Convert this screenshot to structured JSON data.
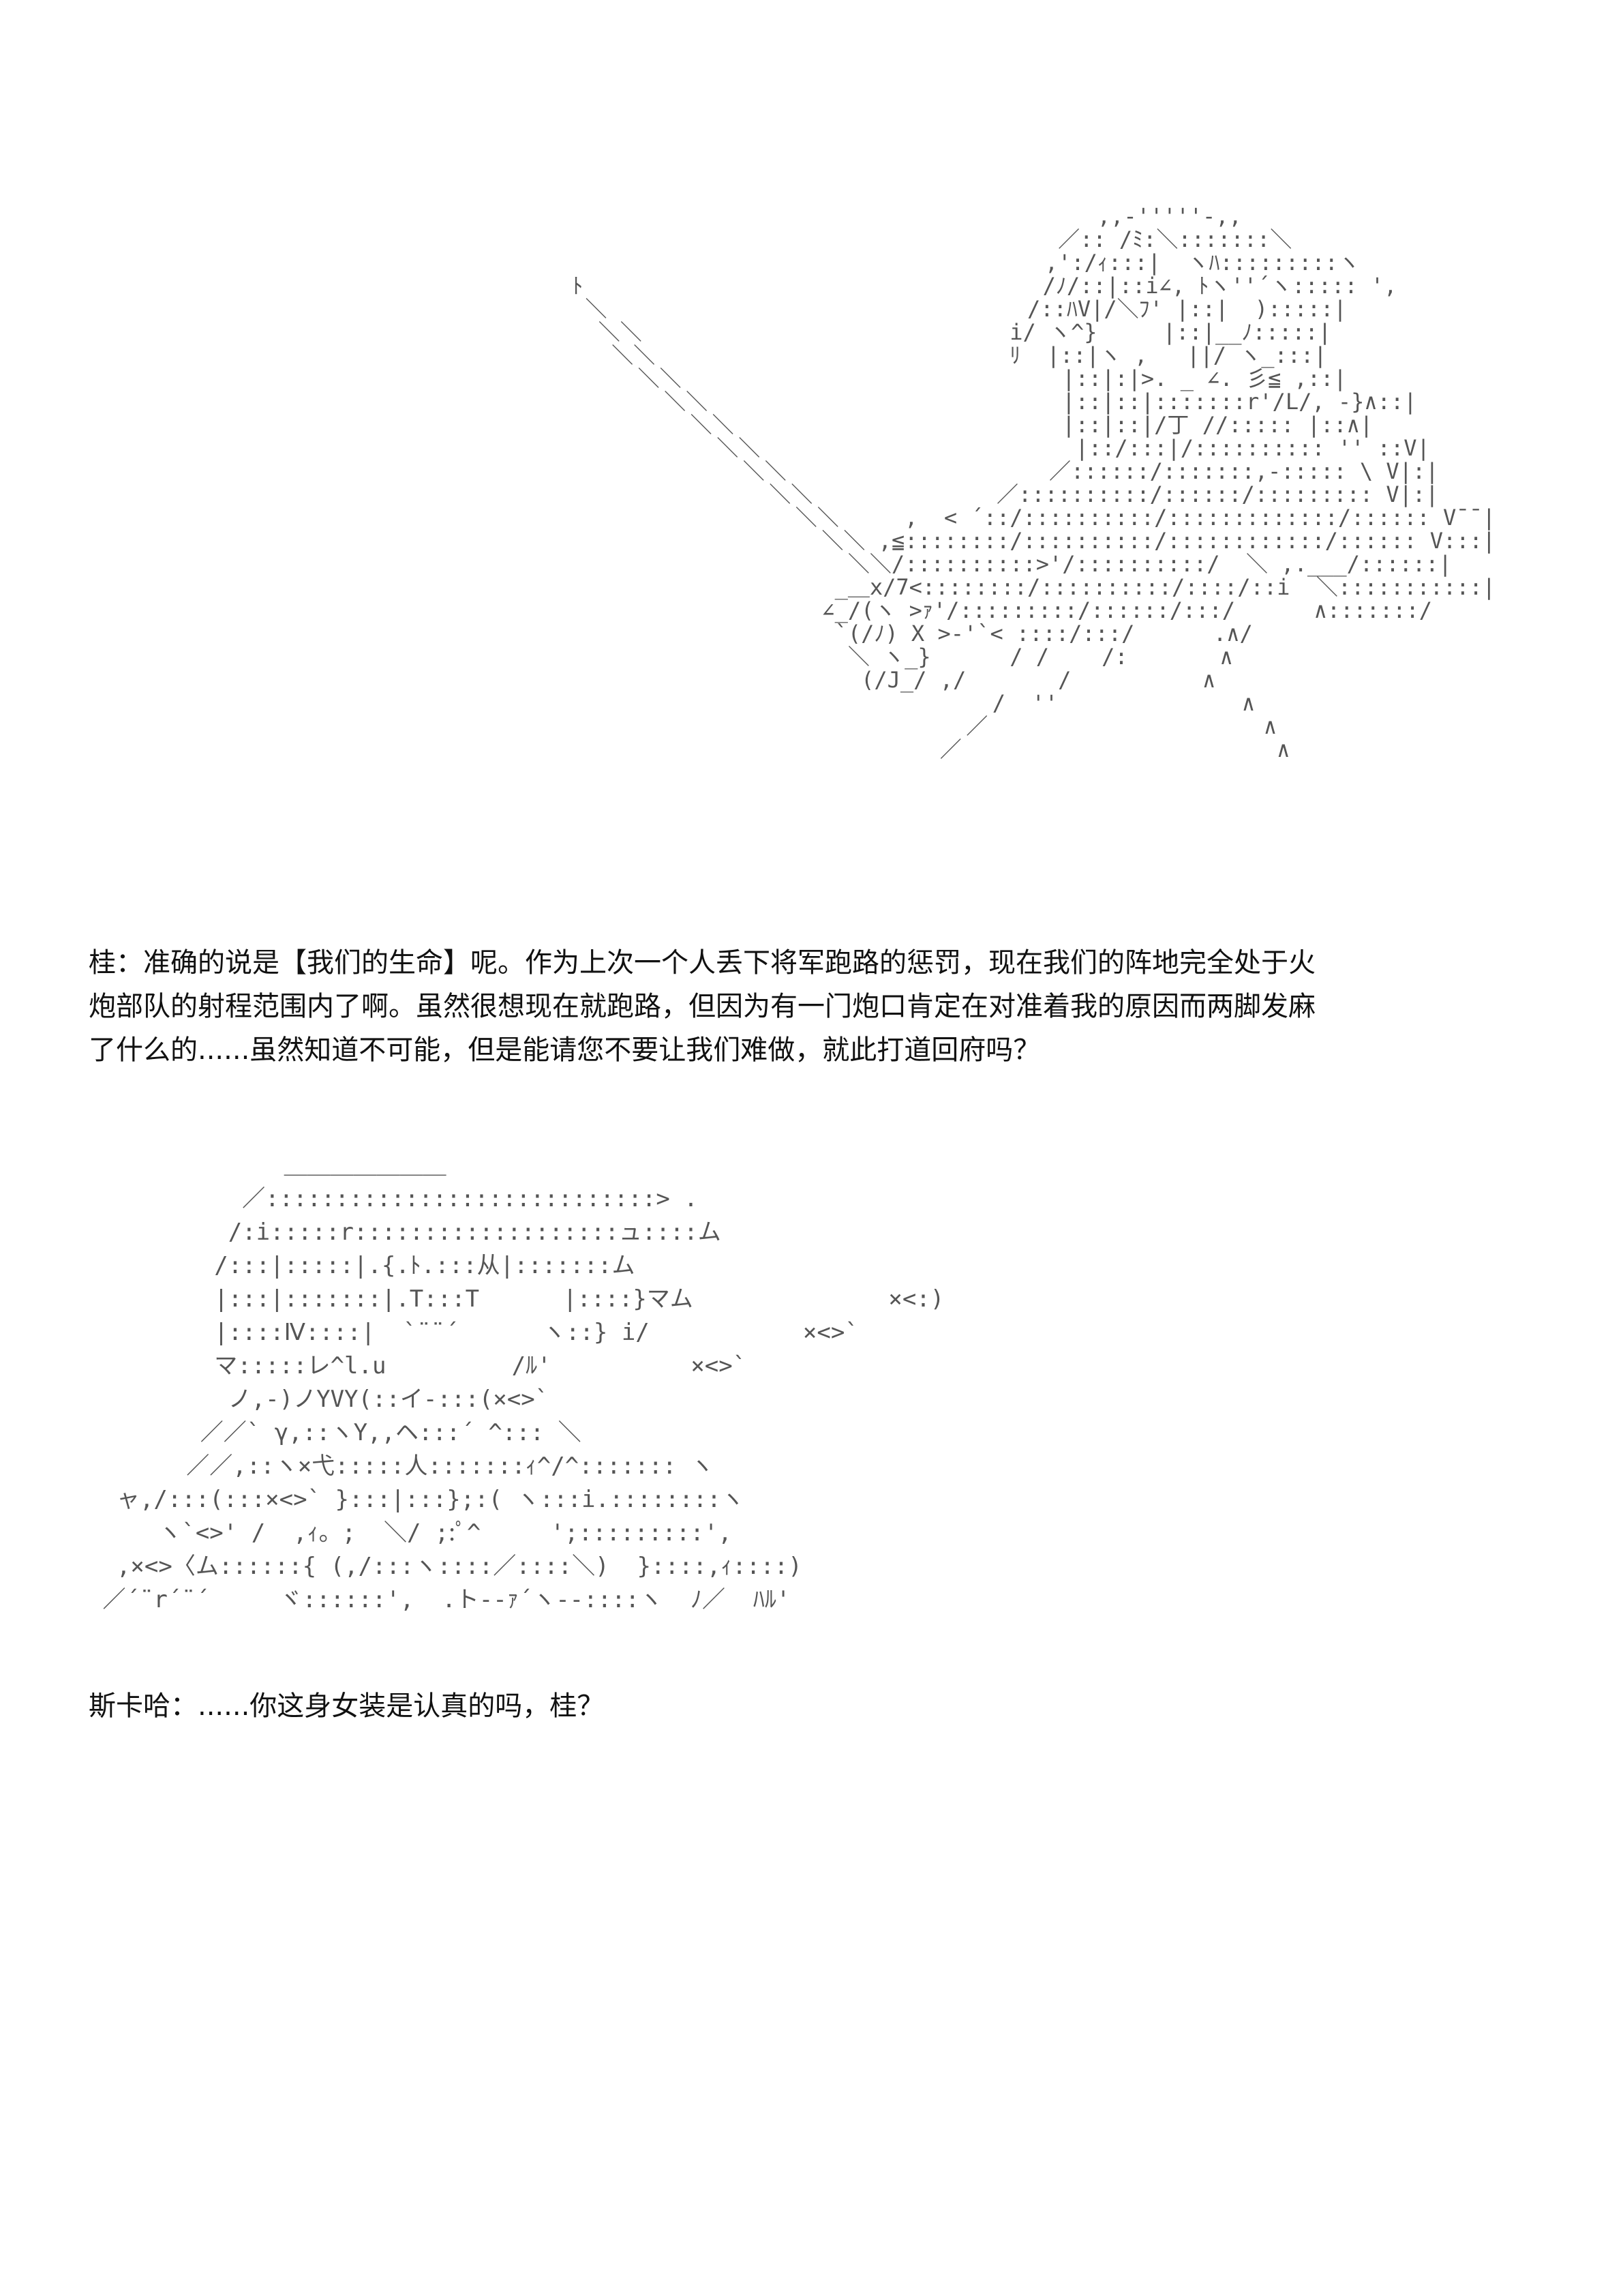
{
  "panels": [
    {
      "art": "                                         ,,-'''''-,,\n                                      ／:: /ﾐ:＼:::::::＼\n                                     ,':/ｨ:::|  ヽﾊ:::::::::ヽ\n ﾄ                                   /ﾉ/::|::i∠, ﾄヽ''´ヽ::::: ',\n  ＼                                /::ﾊV|/＼ﾌ' |::|  ):::::|\n   ＼＼                            i/ ヽ^}     |::|__ﾉ:::::|\n    ＼＼                           ﾘ  |::|ヽ ,   ||/ ヽ_:::|\n      ＼＼                             |::|:|>. _ ∠. 彡≦ ,::|\n        ＼＼                           |::|::|:::::::r'/L/, -}∧::|\n          ＼＼                         |::|::|/丁 //::::: |::∧|\n            ＼＼                        |::/:::|/:::::::::: '' ::V|\n              ＼＼                    ／::::::/:::::::,-::::: \\ V|:|\n                ＼＼              ／::::::::::/::::::/::::::::: V|:|\n                  ＼＼     ,  < ´::/::::::::::/:::::::::::::/:::::: V¯¯|\n                    ＼＼ ,≦::::::::/::::::::::/::::::::::::/:::::: V:::|\n                      ＼＼/::::::::::>'/::::::::::/  ＼ ,.___/::::::|\n                     _＿x/7<::::::::/::::::::::/::::/::i  ＼:::::::::::|\n                    ∠_/(ヽ >ｧ'/:::::::::/::::::/:::/      ∧:::::::/\n                     `(/ﾉ) X >-'`< ::::/:::/      .∧/\n                      ＼ ヽ_}      / /    /:       ∧\n                       (/J_/ ,/       /          ∧\n                                 /  ''              ∧\n                               ／                     ∧\n                             ／                        ∧",
      "text_lines": [
        "桂：准确的说是【我们的生命】呢。作为上次一个人丢下将军跑路的惩罚，现在我们的阵地完全处于火",
        "炮部队的射程范围内了啊。虽然很想现在就跑路，但因为有一门炮口肯定在对准着我的原因而两脚发麻",
        "了什么的......虽然知道不可能，但是能请您不要让我们难做，就此打道回府吗？"
      ]
    },
    {
      "art": "              ＿＿＿＿＿＿＿\n           ／::::::::::::::::::::::::::::> .\n          /:i:::::r:::::::::::::::::::ュ::::ム\n         /:::|:::::|.{.ﾄ.:::从|:::::::ム\n         |:::|:::::::|.T:::T      |::::}マム              ×<:)\n         |::::Ⅳ::::|  `¨¨´      ヽ::} i/           ×<>`\n         マ:::::レ^l.u         /ﾙ'          ×<>`\n          ノ,-)ノYVY(::イ-:::(×<>`\n        ／／` γ,::ヽY,,ヘ:::´ ^::: ＼\n       ／／,::ヽ×弋:::::人:::::::ｨ^/^::::::: ヽ\n  ャ,/:::(:::×<>` }:::|:::};:( ヽ:::i.::::::::ヽ\n     ヽ`<>' /  ,ｨ。;  ＼/ ;:ﾟ^     ';:::::::::',\n  ,×<>〈ム::::::{ (,/:::ヽ::::／::::＼)  }::::,ｨ::::)\n ／´¨r´¨´     ヾ::::::',  .ト--ｧ´ヽ--::::ヽ  ﾉ／  ﾊﾙ'",
      "text_lines": [
        "斯卡哈：......你这身女装是认真的吗，桂？"
      ]
    }
  ]
}
